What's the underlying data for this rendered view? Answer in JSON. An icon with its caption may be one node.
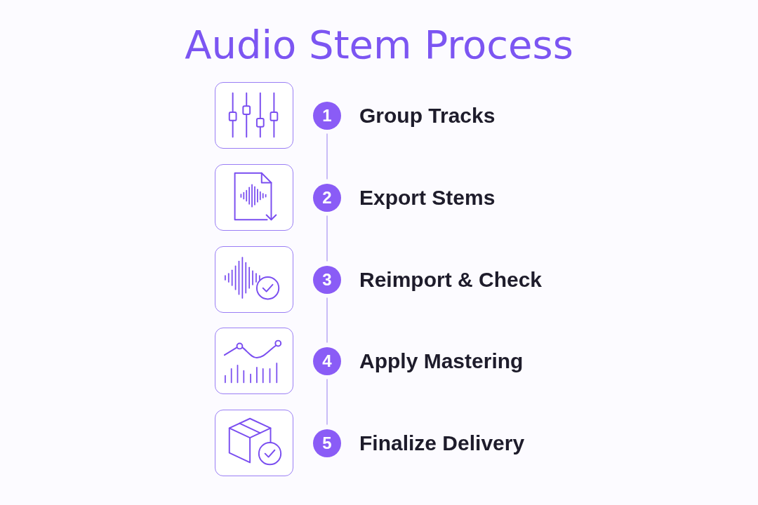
{
  "diagram": {
    "title": "Audio Stem Process",
    "nodes": [
      {
        "text": [
          "1"
        ],
        "beside": [
          "Group Tracks"
        ]
      },
      {
        "text": [
          "2"
        ],
        "beside": [
          "Export Stems"
        ]
      },
      {
        "text": [
          "3"
        ],
        "beside": [
          "Reimport & Check"
        ]
      },
      {
        "text": [
          "4"
        ],
        "beside": [
          "Apply Mastering"
        ]
      },
      {
        "text": [
          "5"
        ],
        "beside": [
          "Finalize Delivery"
        ]
      }
    ],
    "edges": [
      {
        "from": 0,
        "to": 1,
        "arrow": "none"
      },
      {
        "from": 1,
        "to": 2,
        "arrow": "none"
      },
      {
        "from": 2,
        "to": 3,
        "arrow": "none"
      },
      {
        "from": 3,
        "to": 4,
        "arrow": "none"
      }
    ]
  }
}
